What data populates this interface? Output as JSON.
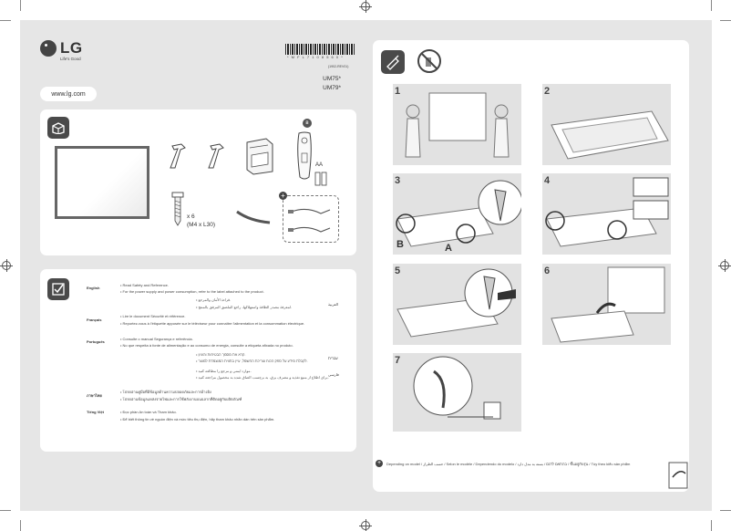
{
  "brand": {
    "logo": "LG",
    "slogan": "Life's Good",
    "website": "www.lg.com"
  },
  "header": {
    "barcode_text": "* M F L 7 1 0 8 5 6 0 *",
    "code_small": "(1902-REV01)",
    "models": [
      "UM75*",
      "UM79*"
    ]
  },
  "contents": {
    "icon": "open-box-icon",
    "screws_qty": "x 6",
    "screws_size": "(M4 x L30)",
    "batteries": "AA",
    "remote_badge": "bluetooth-icon"
  },
  "safety": {
    "icon": "checklist-icon",
    "left_entries": [
      {
        "lang": "English",
        "lines": [
          "• Read Safety and Reference.",
          "• For the power supply and power consumption, refer to the label attached to the product."
        ]
      },
      {
        "lang": "Français",
        "lines": [
          "• Lire le document Sécurité et référence.",
          "• Reportez-vous à l'étiquette apposée sur le téléviseur pour connaître l'alimentation et la consommation électrique."
        ]
      },
      {
        "lang": "Português",
        "lines": [
          "• Consulte o manual Segurança e referência.",
          "• No que respeita à fonte de alimentação e ao consumo de energia, consulte a etiqueta afixada no produto."
        ]
      },
      {
        "lang": "ภาษาไทย",
        "lines": [
          "• โปรดอ่านคู่มือที่มีข้อมูลด้านความปลอดภัยและการอ้างอิง",
          "• โปรดอ่านข้อมูลแหล่งจ่ายไฟและการใช้พลังงานบนฉลากที่ติดอยู่กับผลิตภัณฑ์"
        ]
      },
      {
        "lang": "Tiếng Việt",
        "lines": [
          "• Đọc phần An toàn và Tham khảo.",
          "• Để biết thông tin về nguồn điện và mức tiêu thụ điện, hãy tham khảo nhãn dán trên sản phẩm."
        ]
      }
    ],
    "right_entries": [
      {
        "lang": "العربية",
        "lines": [
          "• قراءة الأمان والمرجع.",
          "• لمعرفة مصدر الطاقة واستهلاكها، راجع الملصق المرفق بالمنتج."
        ]
      },
      {
        "lang": "עברית",
        "lines": [
          "• קרא את מסמך הבטיחות והעיון.",
          "• לקבלת מידע על ספק הכוח וצריכת החשמל, עיין בתווית המוצמדת למוצר."
        ]
      },
      {
        "lang": "فارسی",
        "lines": [
          "• موارد ایمنی و مرجع را مطالعه کنید.",
          "• برای اطلاع از منبع تغذیه و مصرف برق، به برچسب الصاق شده به محصول مراجعه کنید."
        ]
      }
    ]
  },
  "assembly": {
    "top_icons": [
      "cleaning-cloth-icon",
      "no-spray-icon"
    ],
    "steps": [
      {
        "num": "1"
      },
      {
        "num": "2"
      },
      {
        "num": "3",
        "labels": [
          "B",
          "A"
        ]
      },
      {
        "num": "4"
      },
      {
        "num": "5"
      },
      {
        "num": "6"
      },
      {
        "num": "7"
      }
    ],
    "footnote": "Depending on model / حسب الطراز / Selon le modèle / Dependendo do modelo / בהתאם לדגם / بسته به مدل دارد / ขึ้นอยู่กับรุ่น / Tùy theo kiểu sản phẩm"
  },
  "colors": {
    "sheet_bg": "#e6e6e6",
    "card_bg": "#ffffff",
    "icon_bg": "#4a4a4a",
    "illustration_bg": "#e2e2e2"
  }
}
